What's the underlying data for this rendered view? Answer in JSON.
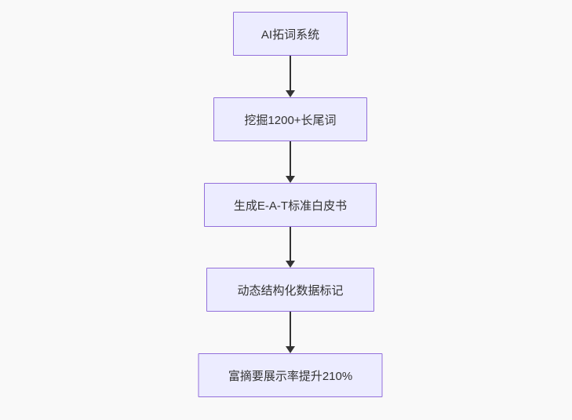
{
  "diagram": {
    "type": "flowchart",
    "direction": "top-down",
    "nodes": [
      {
        "label": "AI拓词系统"
      },
      {
        "label": "挖掘1200+长尾词"
      },
      {
        "label": "生成E-A-T标准白皮书"
      },
      {
        "label": "动态结构化数据标记"
      },
      {
        "label": "富摘要展示率提升210%"
      }
    ],
    "edges": [
      {
        "from": 0,
        "to": 1
      },
      {
        "from": 1,
        "to": 2
      },
      {
        "from": 2,
        "to": 3
      },
      {
        "from": 3,
        "to": 4
      }
    ]
  },
  "colors": {
    "background": "#f9f9f9",
    "node_fill": "#ECECFF",
    "node_border": "#9370DB",
    "arrow_color": "#333333",
    "text_color": "#333333"
  }
}
